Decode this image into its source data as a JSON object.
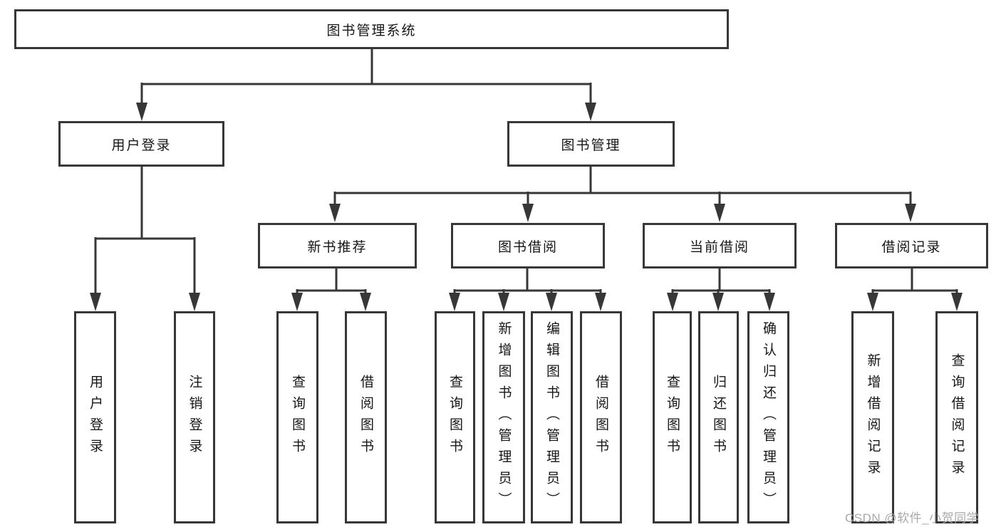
{
  "diagram": {
    "tree": {
      "root": "图书管理系统",
      "login": {
        "label": "用户登录",
        "children": [
          "用户登录",
          "注销登录"
        ]
      },
      "management": {
        "label": "图书管理",
        "groups": [
          {
            "label": "新书推荐",
            "children": [
              "查询图书",
              "借阅图书"
            ]
          },
          {
            "label": "图书借阅",
            "children": [
              "查询图书",
              "新增图书（管理员）",
              "编辑图书（管理员）",
              "借阅图书"
            ]
          },
          {
            "label": "当前借阅",
            "children": [
              "查询图书",
              "归还图书",
              "确认归还（管理员）"
            ]
          },
          {
            "label": "借阅记录",
            "children": [
              "新增借阅记录",
              "查询借阅记录"
            ]
          }
        ]
      }
    },
    "colors": {
      "line": "#373737",
      "text": "#161616",
      "box_background": "#ffffff",
      "watermark": "#a9a9a9"
    },
    "watermark": "CSDN @软件_小贺同学"
  }
}
